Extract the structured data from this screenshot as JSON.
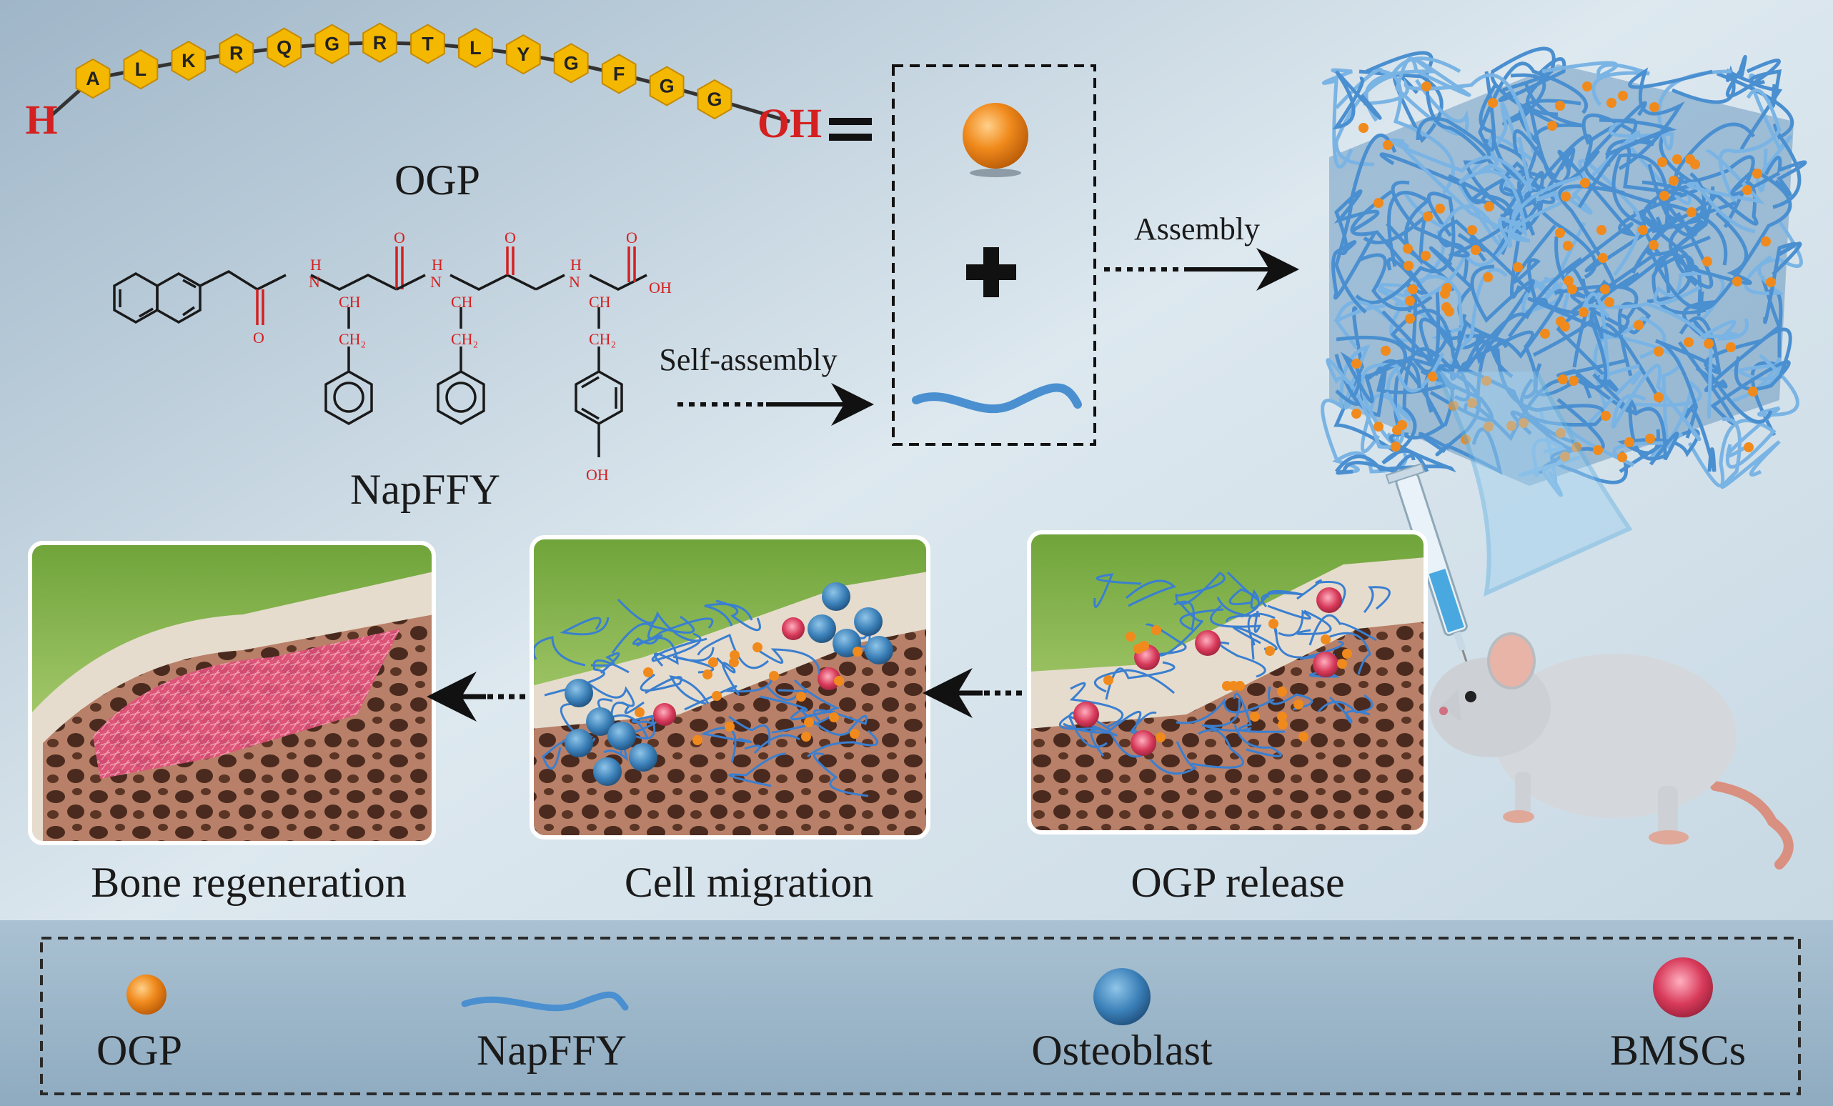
{
  "peptide": {
    "n_term": "H",
    "c_term": "OH",
    "residues": [
      "A",
      "L",
      "K",
      "R",
      "Q",
      "G",
      "R",
      "T",
      "L",
      "Y",
      "G",
      "F",
      "G",
      "G"
    ],
    "equals": "="
  },
  "labels": {
    "ogp": "OGP",
    "napffy": "NapFFY",
    "self_assembly": "Self-assembly",
    "assembly": "Assembly",
    "plus": "+"
  },
  "chem": {
    "n": "N",
    "h": "H",
    "o": "O",
    "oh": "OH",
    "ch": "CH",
    "ch2": "CH₂"
  },
  "panels": {
    "bone_regeneration": "Bone regeneration",
    "cell_migration": "Cell migration",
    "ogp_release": "OGP release"
  },
  "legend": {
    "ogp": "OGP",
    "napffy": "NapFFY",
    "osteoblast": "Osteoblast",
    "bmscs": "BMSCs"
  },
  "colors": {
    "ogp_sphere": "#f08a1c",
    "napffy_fiber": "#4a8fd0",
    "osteoblast": "#3a7fb8",
    "bmscs": "#d83a5a",
    "residue_hex": "#f5b800"
  }
}
